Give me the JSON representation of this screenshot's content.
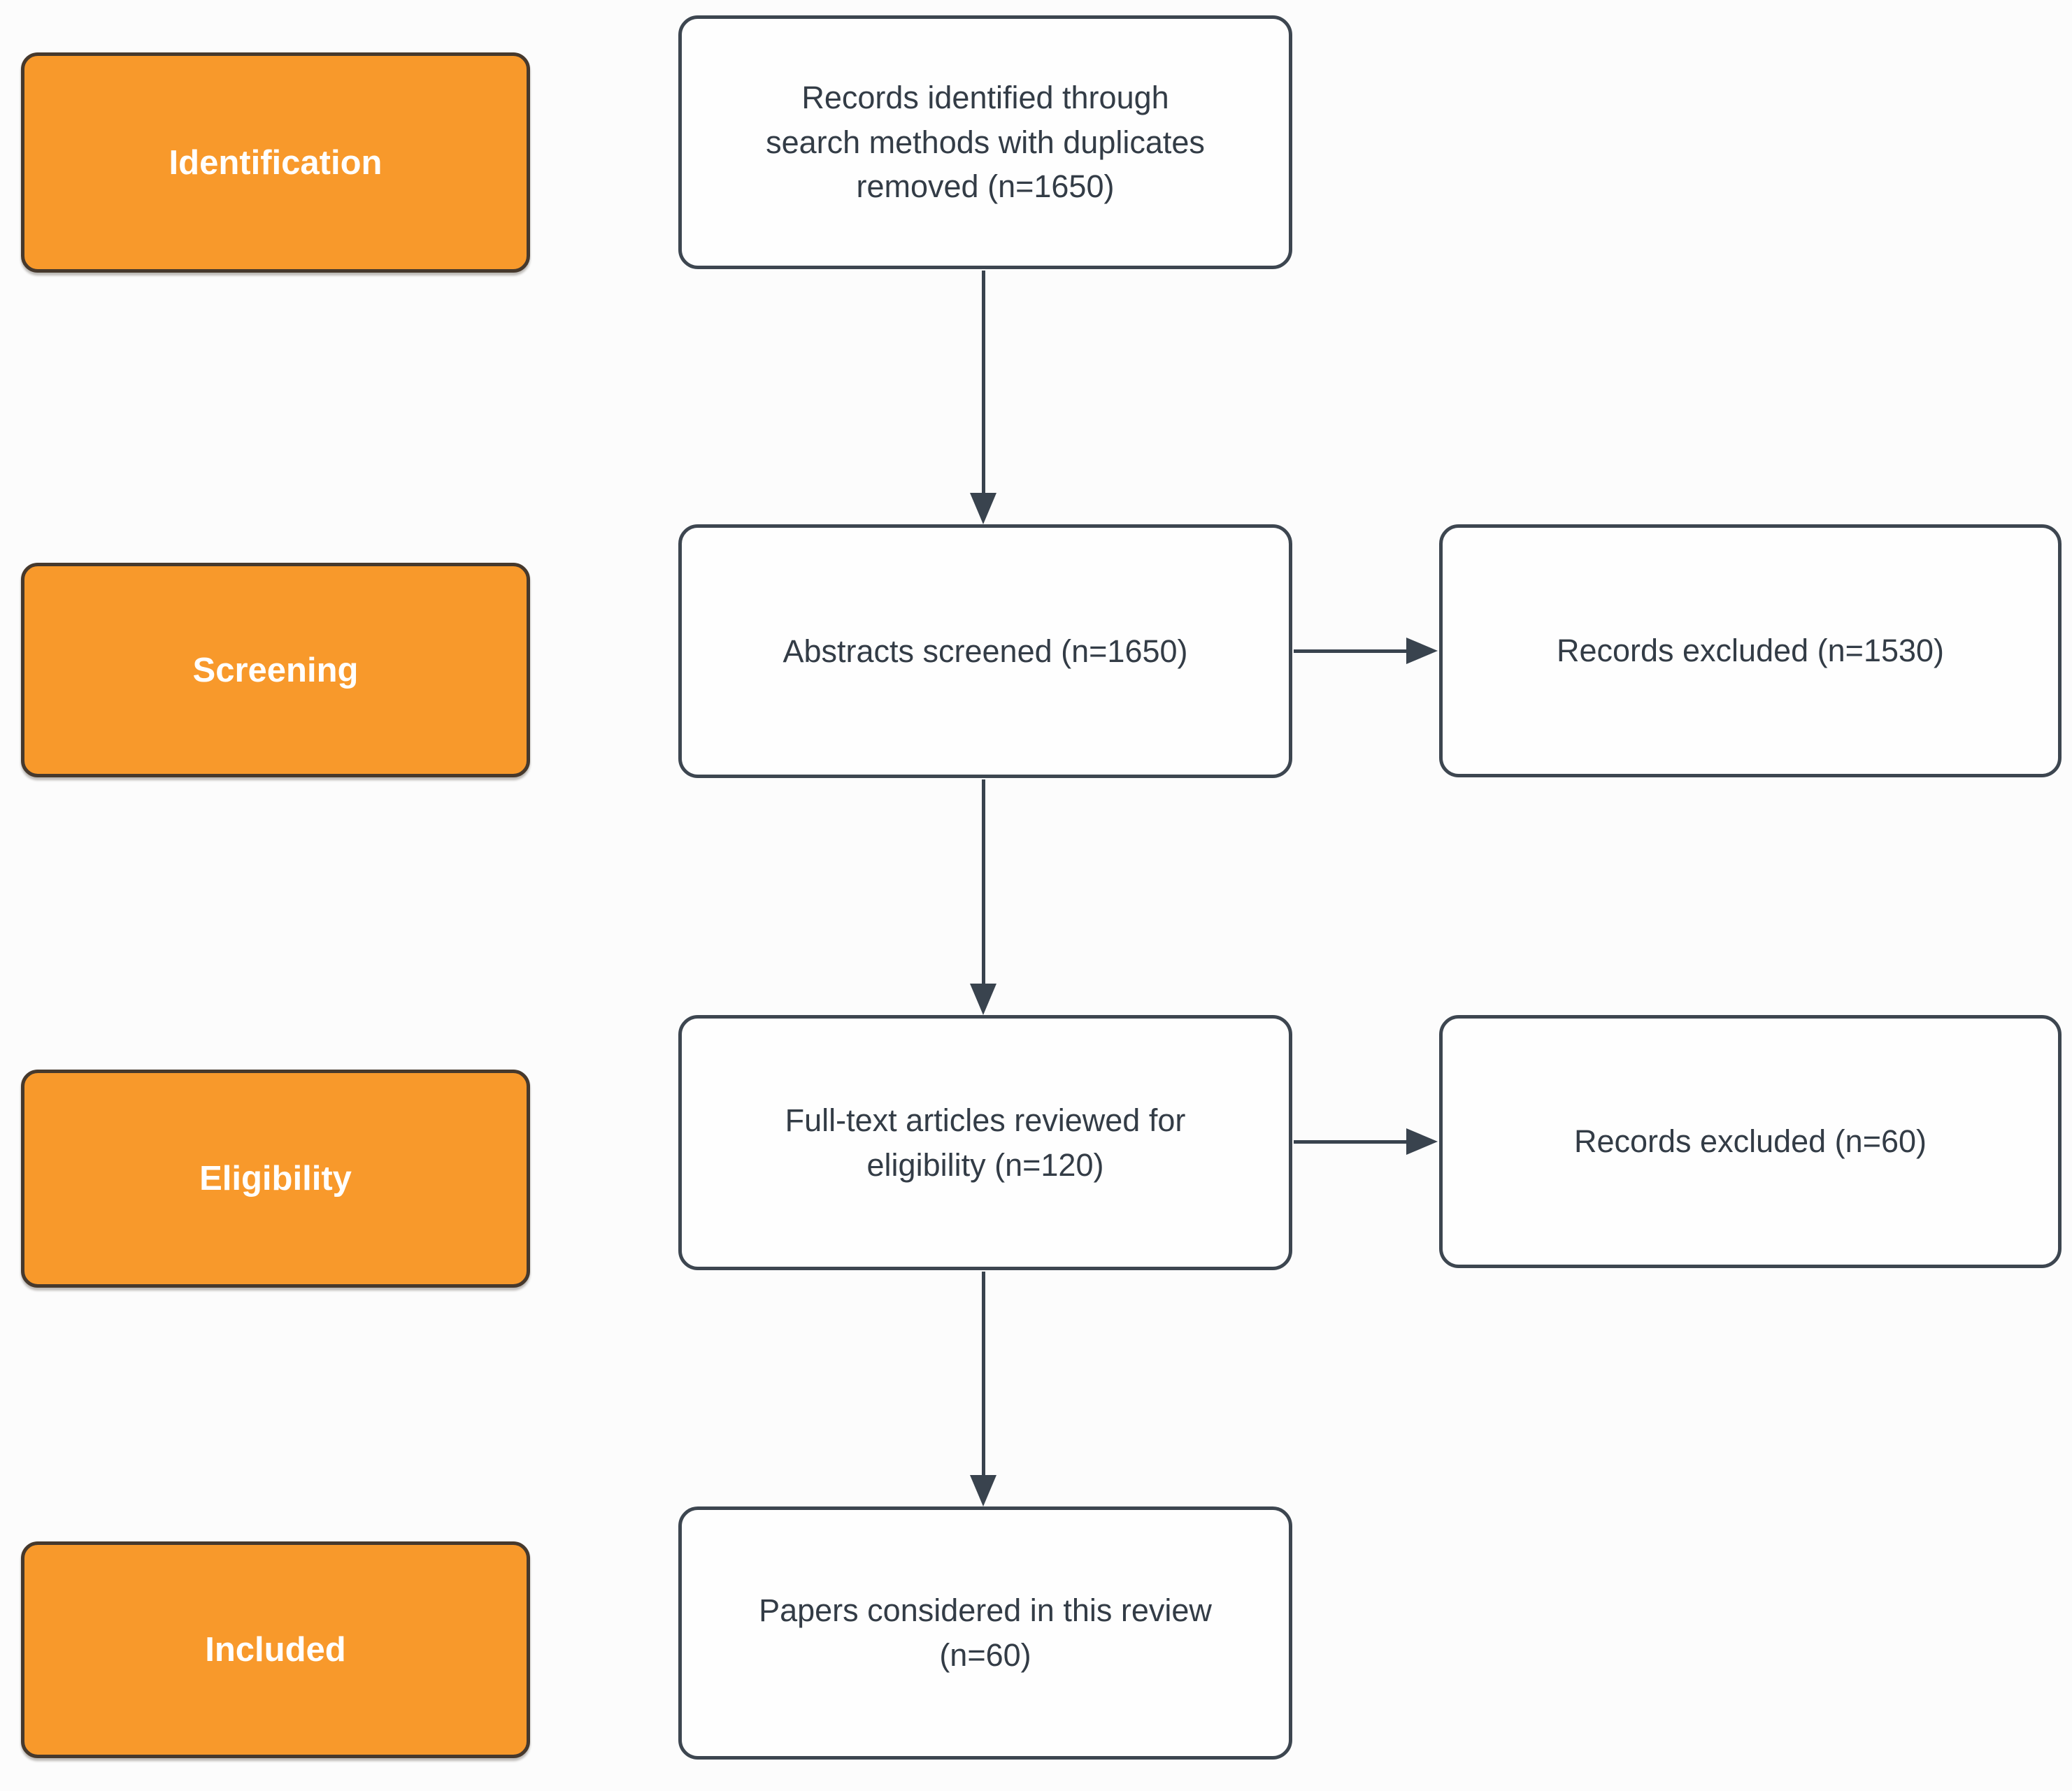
{
  "diagram": {
    "type": "prisma-literature-review-flowchart",
    "stages": [
      {
        "label": "Identification"
      },
      {
        "label": "Screening"
      },
      {
        "label": "Eligibility"
      },
      {
        "label": "Included"
      }
    ],
    "process_boxes": [
      {
        "text": "Records identified through\nsearch methods with duplicates\nremoved (n=1650)",
        "n": 1650
      },
      {
        "text": "Abstracts screened (n=1650)",
        "n": 1650
      },
      {
        "text": "Full-text articles reviewed for\neligibility (n=120)",
        "n": 120
      },
      {
        "text": "Papers considered in this review\n(n=60)",
        "n": 60
      }
    ],
    "excluded_boxes": [
      {
        "text": "Records excluded (n=1530)",
        "n": 1530
      },
      {
        "text": "Records excluded (n=60)",
        "n": 60
      }
    ],
    "colors": {
      "stage_fill": "#F8992B",
      "stage_border": "#46392D",
      "stage_text": "#FFFFFF",
      "box_fill": "#FEFEFE",
      "box_border": "#3D4650",
      "box_text": "#333C46",
      "arrow": "#39434E",
      "background": "#FCFCFC"
    }
  }
}
